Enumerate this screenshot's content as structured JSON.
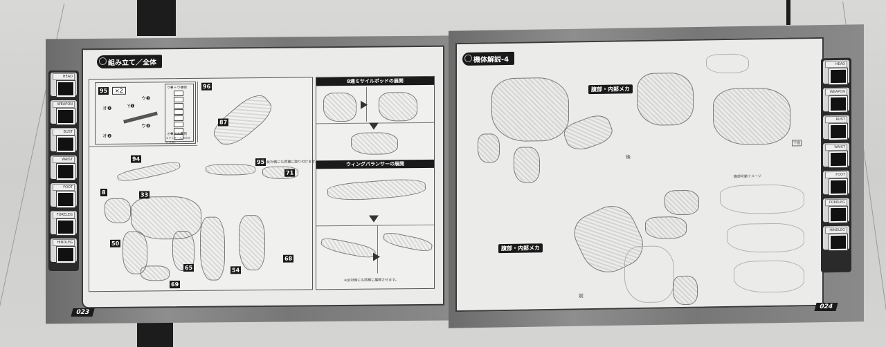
{
  "photo": {
    "subject": "Open model kit instruction manual spread"
  },
  "left_page": {
    "section_title": "組み立て／全体",
    "page_number": "023",
    "sidebar_tabs": [
      {
        "label": "HEAD"
      },
      {
        "label": "WEAPON"
      },
      {
        "label": "BUST"
      },
      {
        "label": "WAIST"
      },
      {
        "label": "FOOT"
      },
      {
        "label": "FORELEG"
      },
      {
        "label": "HINDLEG"
      }
    ],
    "step95": {
      "number": "95",
      "multiplier": "×2",
      "parts": [
        "オ❶",
        "オ❷",
        "Y❶",
        "ウ❸",
        "ウ❹"
      ],
      "strip_header": "ウ❸＋ウ❹側",
      "strip_footer": "オ❶＋オ❷側",
      "strip_note": "※ディテールの向きに注意。"
    },
    "step96": {
      "number": "96",
      "part_labels": [
        "87",
        "94",
        "8",
        "33",
        "50",
        "69",
        "65",
        "54",
        "68",
        "95",
        "71"
      ],
      "note_95": "※反対側にも同様に取り付けます。"
    },
    "missile_pod": {
      "title": "8連ミサイルポッドの展開"
    },
    "wing_balancer": {
      "title": "ウィングバランサーの展開",
      "note": "※反対側にも同様に展開させます。"
    }
  },
  "right_page": {
    "section_title": "機体解説-4",
    "page_number": "024",
    "captions": [
      "腹部・内部メカ",
      "腹部・内部メカ"
    ],
    "small_notes": [
      "下面",
      "腹部可動イメージ",
      "前",
      "後"
    ],
    "sidebar_tabs": [
      {
        "label": "HEAD"
      },
      {
        "label": "WEAPON"
      },
      {
        "label": "BUST"
      },
      {
        "label": "WAIST"
      },
      {
        "label": "FOOT"
      },
      {
        "label": "FORELEG"
      },
      {
        "label": "HINDLEG"
      }
    ]
  }
}
